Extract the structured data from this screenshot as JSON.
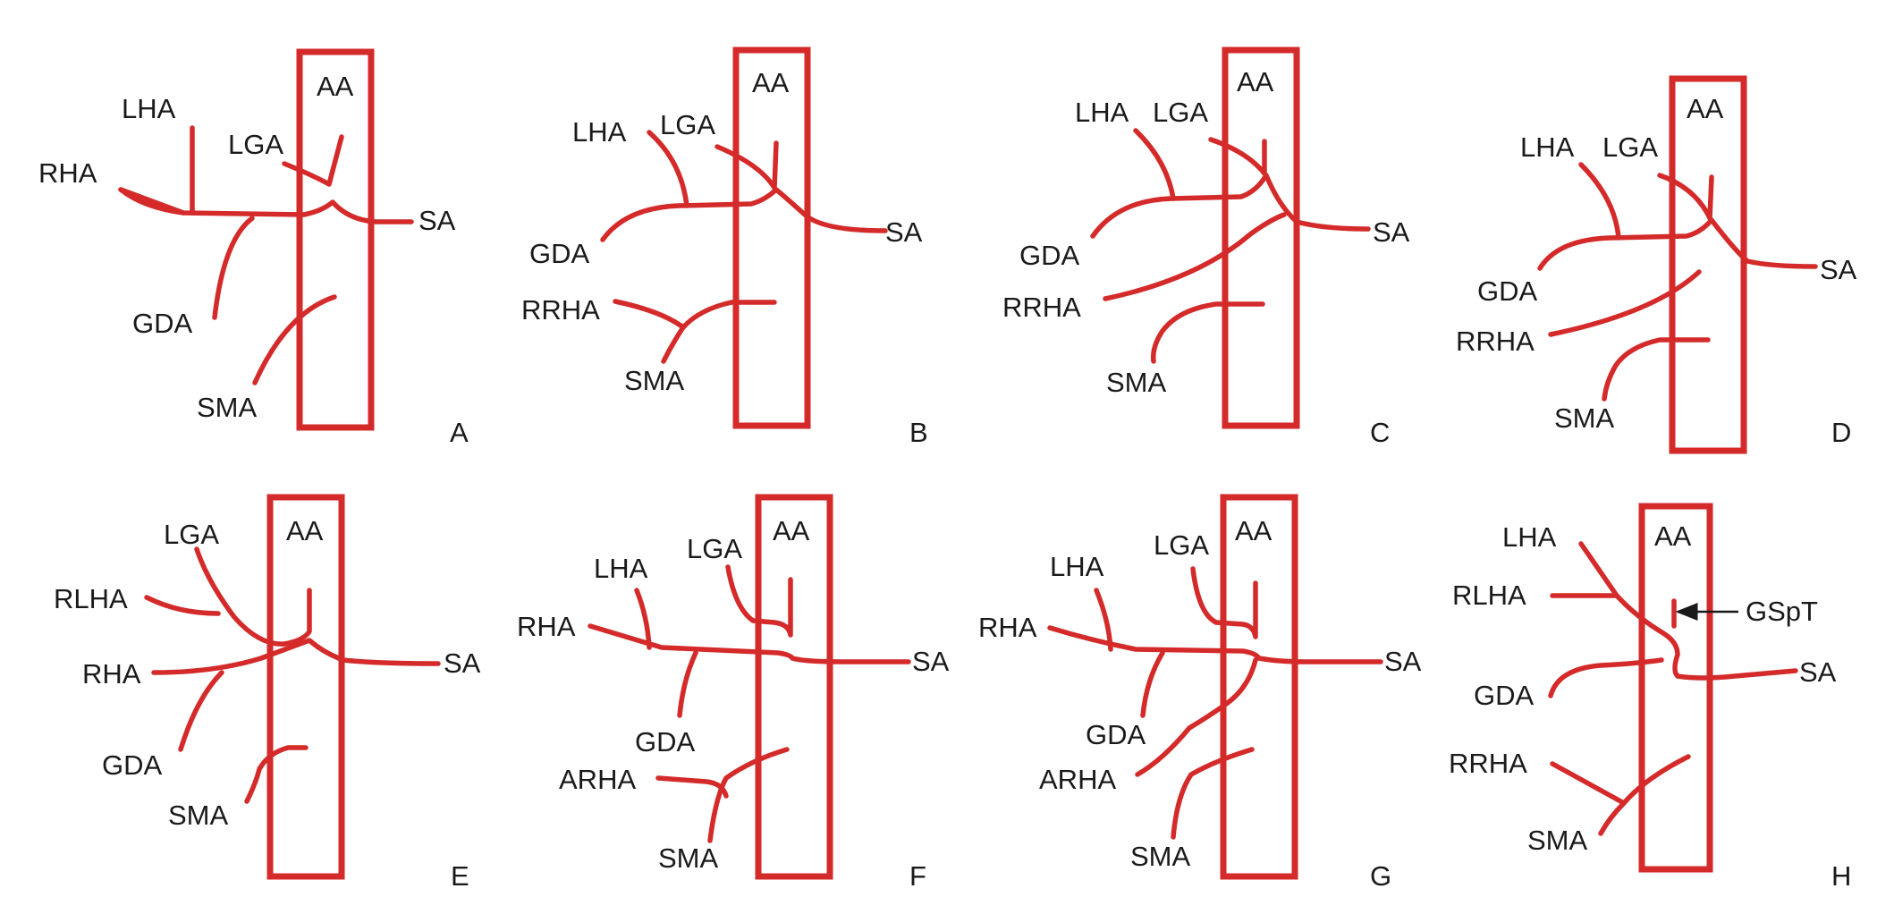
{
  "colors": {
    "vessel": "#d42a2a",
    "box": "#d42a2a",
    "text": "#1a1a1a",
    "background": "#ffffff"
  },
  "panels": [
    {
      "letter": "A",
      "labels": {
        "aa": "AA",
        "lha": "LHA",
        "rha": "RHA",
        "lga": "LGA",
        "sa": "SA",
        "gda": "GDA",
        "sma": "SMA"
      }
    },
    {
      "letter": "B",
      "labels": {
        "aa": "AA",
        "lha": "LHA",
        "lga": "LGA",
        "gda": "GDA",
        "sa": "SA",
        "rrha": "RRHA",
        "sma": "SMA"
      }
    },
    {
      "letter": "C",
      "labels": {
        "aa": "AA",
        "lha": "LHA",
        "lga": "LGA",
        "gda": "GDA",
        "sa": "SA",
        "rrha": "RRHA",
        "sma": "SMA"
      }
    },
    {
      "letter": "D",
      "labels": {
        "aa": "AA",
        "lha": "LHA",
        "lga": "LGA",
        "gda": "GDA",
        "sa": "SA",
        "rrha": "RRHA",
        "sma": "SMA"
      }
    },
    {
      "letter": "E",
      "labels": {
        "aa": "AA",
        "lga": "LGA",
        "rlha": "RLHA",
        "rha": "RHA",
        "sa": "SA",
        "gda": "GDA",
        "sma": "SMA"
      }
    },
    {
      "letter": "F",
      "labels": {
        "aa": "AA",
        "lha": "LHA",
        "lga": "LGA",
        "rha": "RHA",
        "sa": "SA",
        "gda": "GDA",
        "arha": "ARHA",
        "sma": "SMA"
      }
    },
    {
      "letter": "G",
      "labels": {
        "aa": "AA",
        "lha": "LHA",
        "lga": "LGA",
        "rha": "RHA",
        "sa": "SA",
        "gda": "GDA",
        "arha": "ARHA",
        "sma": "SMA"
      }
    },
    {
      "letter": "H",
      "labels": {
        "aa": "AA",
        "lha": "LHA",
        "rlha": "RLHA",
        "gsp": "GSpT",
        "gda": "GDA",
        "sa": "SA",
        "rrha": "RRHA",
        "sma": "SMA"
      }
    }
  ]
}
